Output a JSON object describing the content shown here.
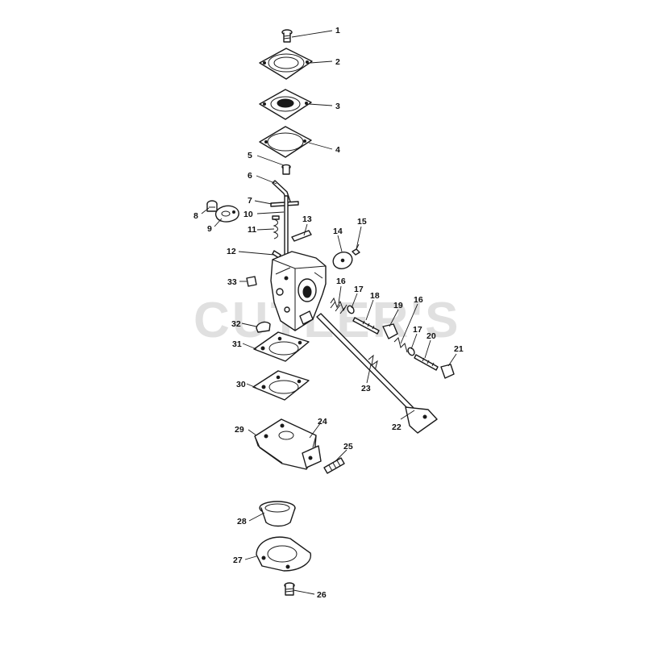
{
  "watermark": "CUTLER'S",
  "callouts": [
    {
      "n": "1"
    },
    {
      "n": "2"
    },
    {
      "n": "3"
    },
    {
      "n": "4"
    },
    {
      "n": "5"
    },
    {
      "n": "6"
    },
    {
      "n": "7"
    },
    {
      "n": "8"
    },
    {
      "n": "9"
    },
    {
      "n": "10"
    },
    {
      "n": "11"
    },
    {
      "n": "12"
    },
    {
      "n": "13"
    },
    {
      "n": "14"
    },
    {
      "n": "15"
    },
    {
      "n": "16"
    },
    {
      "n": "17"
    },
    {
      "n": "18"
    },
    {
      "n": "19"
    },
    {
      "n": "16"
    },
    {
      "n": "17"
    },
    {
      "n": "20"
    },
    {
      "n": "21"
    },
    {
      "n": "22"
    },
    {
      "n": "23"
    },
    {
      "n": "24"
    },
    {
      "n": "25"
    },
    {
      "n": "26"
    },
    {
      "n": "27"
    },
    {
      "n": "28"
    },
    {
      "n": "29"
    },
    {
      "n": "30"
    },
    {
      "n": "31"
    },
    {
      "n": "32"
    },
    {
      "n": "33"
    }
  ]
}
